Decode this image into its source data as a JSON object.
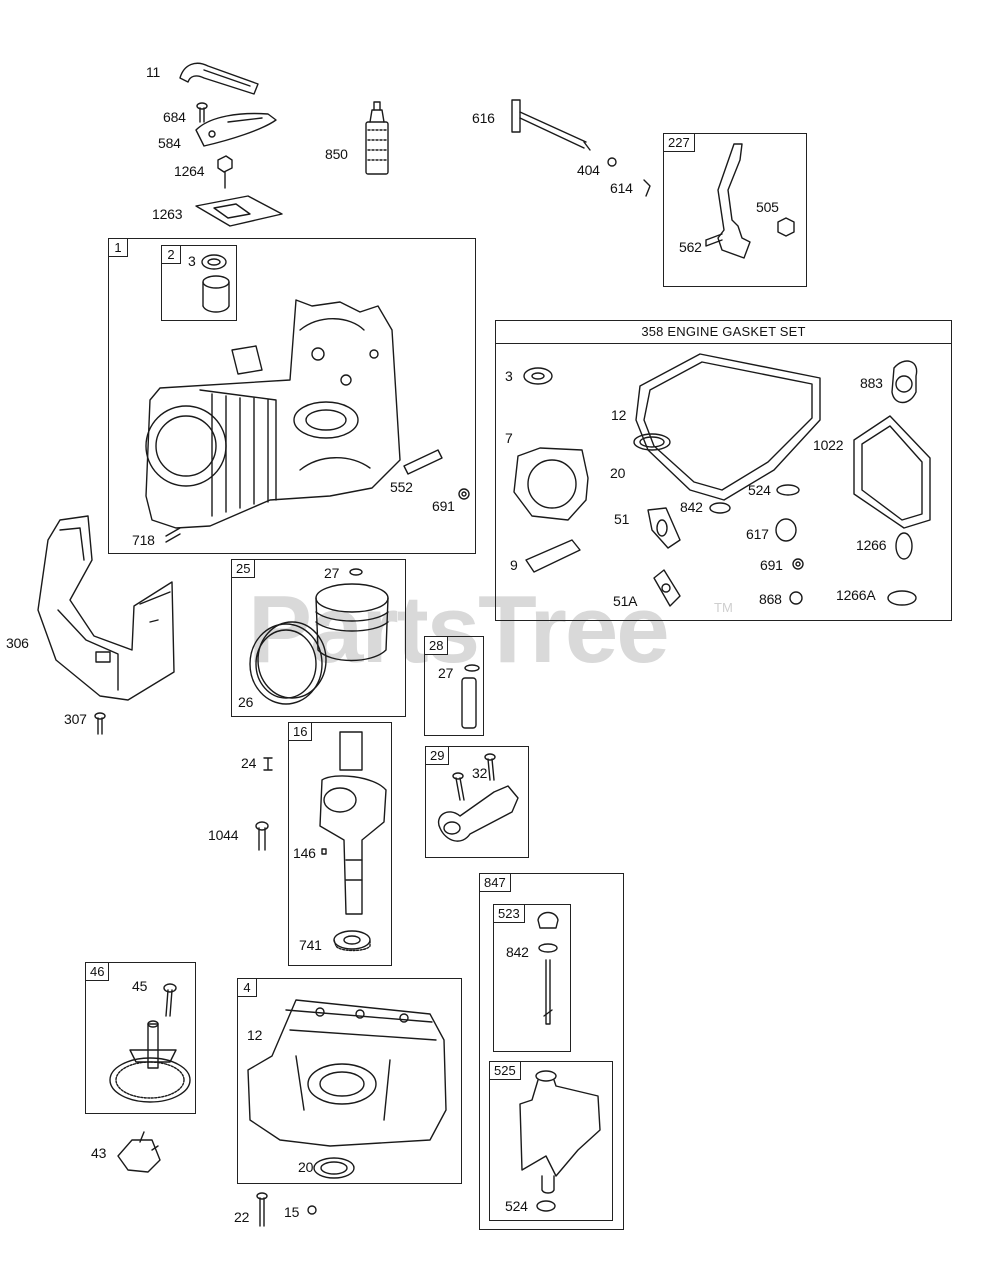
{
  "watermark": {
    "text": "PartsTree",
    "trademark": "TM"
  },
  "gasket_set_title": "358 ENGINE GASKET SET",
  "box_numbers": {
    "b1": "1",
    "b2": "2",
    "b227": "227",
    "b25": "25",
    "b28": "28",
    "b16": "16",
    "b29": "29",
    "b847": "847",
    "b523": "523",
    "b525": "525",
    "b46": "46",
    "b4": "4"
  },
  "labels": {
    "p11": "11",
    "p684": "684",
    "p584": "584",
    "p1264": "1264",
    "p1263": "1263",
    "p850": "850",
    "p616": "616",
    "p404": "404",
    "p614": "614",
    "p505": "505",
    "p562": "562",
    "p3a": "3",
    "p552": "552",
    "p691a": "691",
    "p718": "718",
    "p3b": "3",
    "p12a": "12",
    "p883": "883",
    "p7": "7",
    "p20a": "20",
    "p1022": "1022",
    "p524a": "524",
    "p842a": "842",
    "p51": "51",
    "p617": "617",
    "p1266": "1266",
    "p9": "9",
    "p691b": "691",
    "p51a": "51A",
    "p868": "868",
    "p1266a": "1266A",
    "p306": "306",
    "p27a": "27",
    "p26": "26",
    "p27b": "27",
    "p307": "307",
    "p24": "24",
    "p1044": "1044",
    "p146": "146",
    "p741": "741",
    "p32": "32",
    "p842b": "842",
    "p45": "45",
    "p12b": "12",
    "p43": "43",
    "p20b": "20",
    "p22": "22",
    "p15": "15",
    "p524b": "524"
  }
}
